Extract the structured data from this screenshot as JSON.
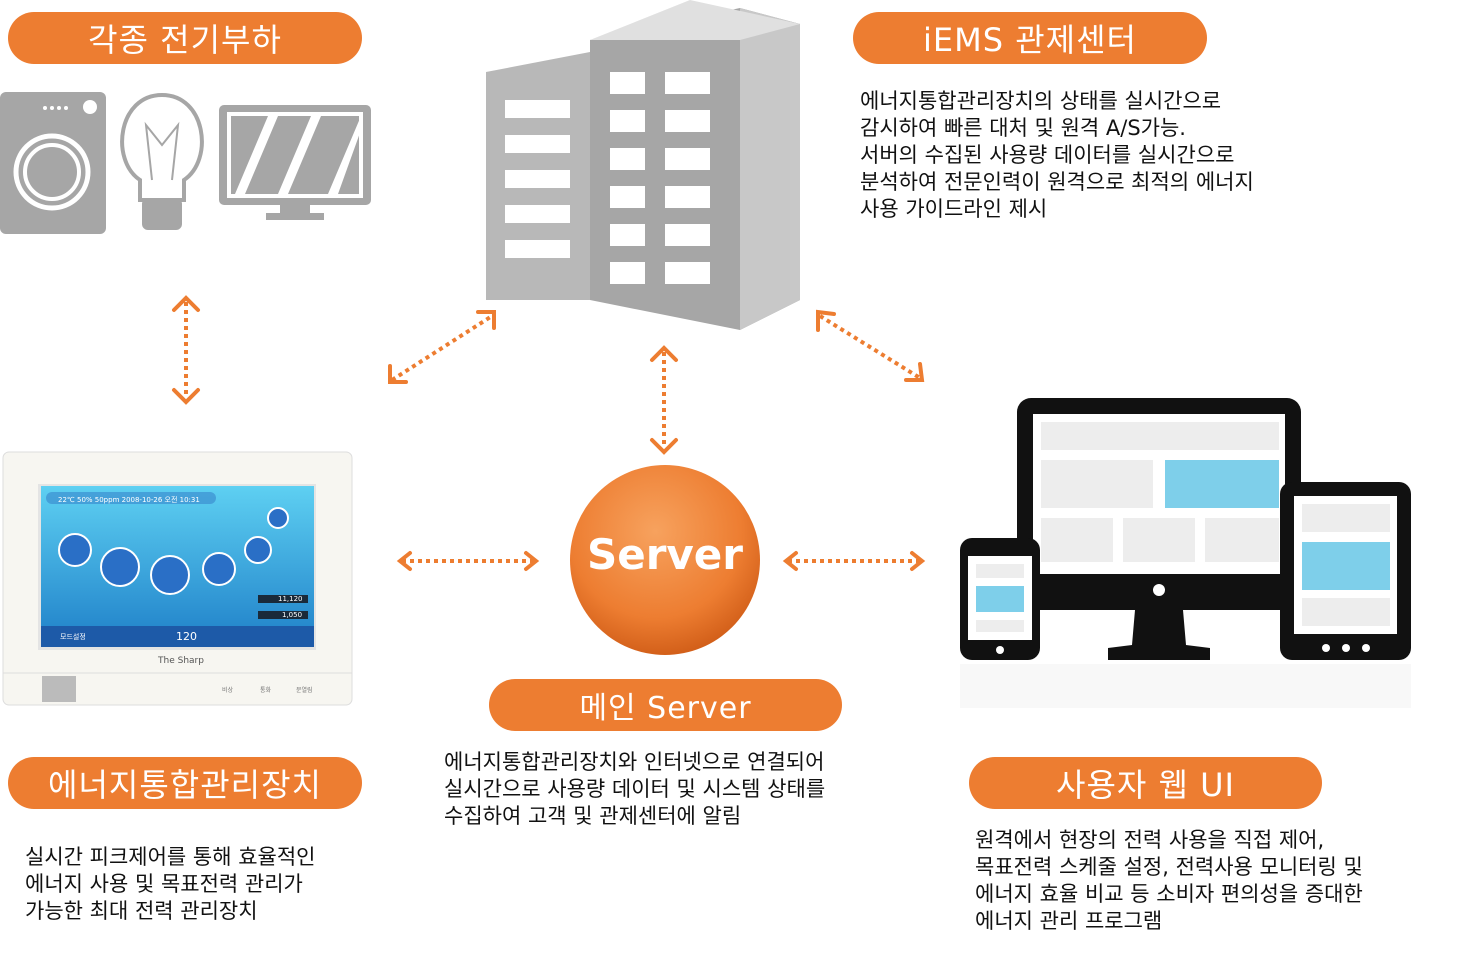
{
  "colors": {
    "accent": "#ED7D31",
    "icon_gray": "#A6A6A6",
    "device_black": "#111111",
    "screen_blue": "#7ECFEA"
  },
  "loads": {
    "title": "각종 전기부하",
    "icons": [
      "washing-machine-icon",
      "light-bulb-icon",
      "tv-icon"
    ]
  },
  "iems": {
    "title": "iEMS 관제센터",
    "description": "에너지통합관리장치의 상태를 실시간으로\n감시하여 빠른 대처 및 원격 A/S가능.\n서버의 수집된 사용량 데이터를 실시간으로\n분석하여 전문인력이 원격으로 최적의 에너지\n사용 가이드라인 제시"
  },
  "server": {
    "circle_label": "Server",
    "title": "메인 Server",
    "description": "에너지통합관리장치와 인터넷으로 연결되어\n실시간으로 사용량 데이터 및 시스템 상태를\n수집하여 고객 및 관제센터에 알림"
  },
  "device": {
    "title": "에너지통합관리장치",
    "description": "실시간 피크제어를 통해 효율적인\n에너지 사용 및 목표전력 관리가\n가능한 최대 전력 관리장치",
    "brand": "The Sharp",
    "screen": {
      "status": "22℃  50%  50ppm  2008-10-26  오전 10:31",
      "fee1": "11,120",
      "fee2": "1,050",
      "power": "120",
      "mode_button": "모드설정"
    },
    "buttons": [
      "비상",
      "통화",
      "문열림"
    ]
  },
  "web": {
    "title": "사용자 웹 UI",
    "description": "원격에서 현장의 전력 사용을 직접 제어,\n목표전력 스케줄 설정, 전력사용 모니터링 및\n에너지 효율 비교 등 소비자 편의성을 증대한\n에너지 관리 프로그램"
  }
}
